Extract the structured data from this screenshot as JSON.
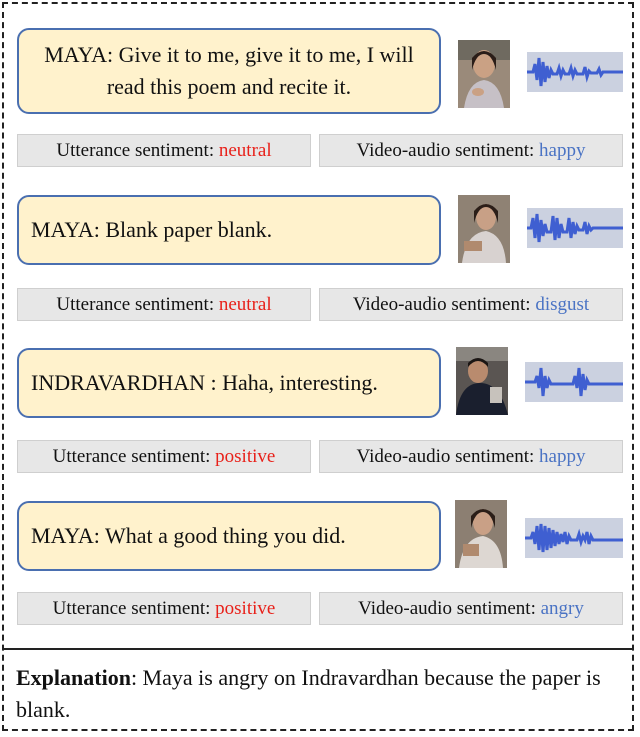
{
  "items": [
    {
      "utterance": "MAYA: Give it to me, give it to me, I will read this poem and recite it.",
      "utt_label": "Utterance sentiment: ",
      "utt_value": "neutral",
      "va_label": "Video-audio sentiment: ",
      "va_value": "happy"
    },
    {
      "utterance": "MAYA: Blank paper blank.",
      "utt_label": "Utterance sentiment: ",
      "utt_value": "neutral",
      "va_label": "Video-audio sentiment: ",
      "va_value": "disgust"
    },
    {
      "utterance": "INDRAVARDHAN : Haha, interesting.",
      "utt_label": "Utterance sentiment: ",
      "utt_value": "positive",
      "va_label": "Video-audio sentiment: ",
      "va_value": "happy"
    },
    {
      "utterance": "MAYA: What a good thing you did.",
      "utt_label": "Utterance sentiment: ",
      "utt_value": "positive",
      "va_label": "Video-audio sentiment: ",
      "va_value": "angry"
    }
  ],
  "explanation": {
    "label": "Explanation",
    "text": ": Maya is angry on Indravardhan because the paper is blank."
  },
  "colors": {
    "bubble_fill": "#fff2cc",
    "bubble_border": "#4a6fb0",
    "utterance_value": "#e8211a",
    "video_audio_value": "#4a73c4"
  }
}
